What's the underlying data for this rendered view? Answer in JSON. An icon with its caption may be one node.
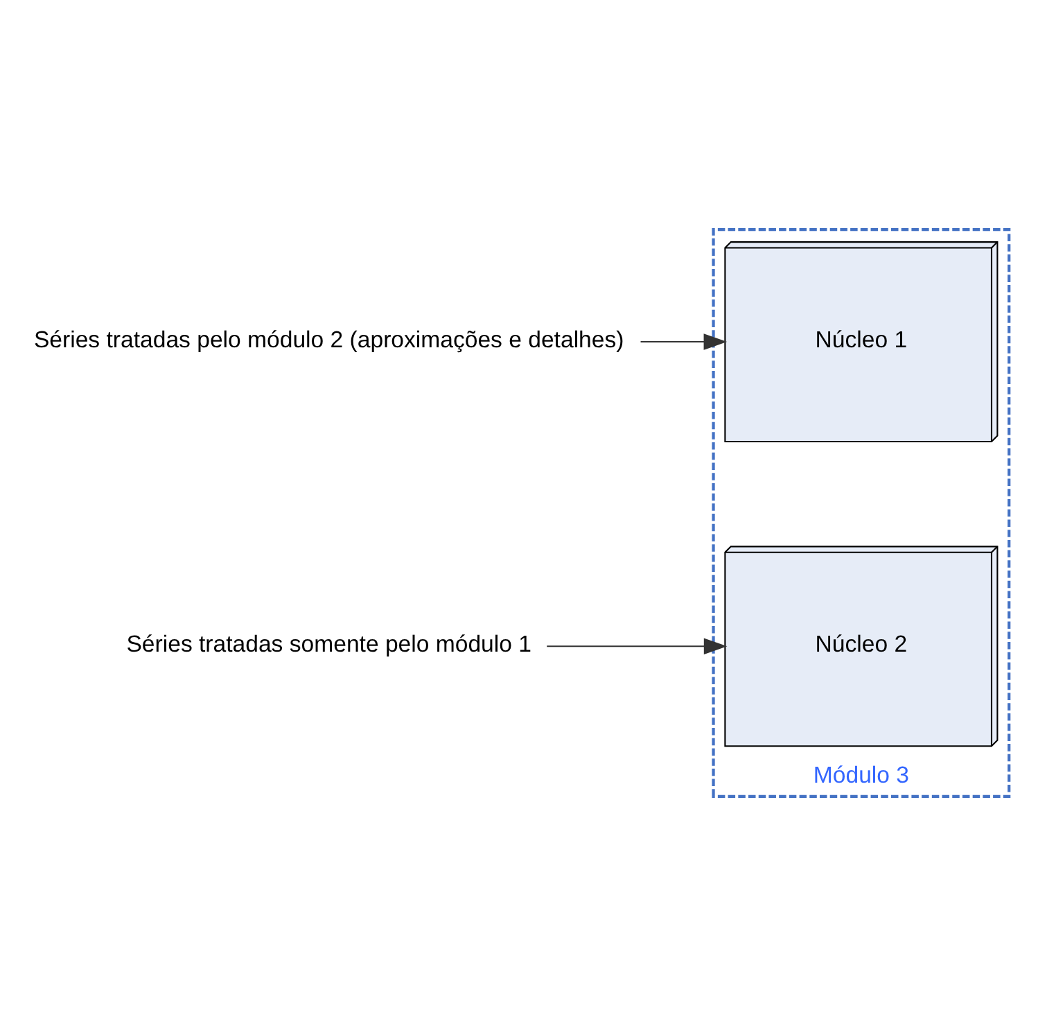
{
  "diagram": {
    "nodes": [
      {
        "text": [
          "Módulo 3"
        ]
      },
      {
        "text": [
          "Núcleo 1"
        ],
        "in": 0
      },
      {
        "text": [
          "Núcleo 2"
        ],
        "in": 0
      },
      {
        "text": [
          "Séries tratadas pelo módulo 2 (aproximações e detalhes)"
        ]
      },
      {
        "text": [
          "Séries tratadas somente pelo módulo 1"
        ]
      }
    ],
    "edges": [
      {
        "from": 3,
        "to": 1,
        "arrow": "to"
      },
      {
        "from": 4,
        "to": 2,
        "arrow": "to"
      }
    ]
  }
}
